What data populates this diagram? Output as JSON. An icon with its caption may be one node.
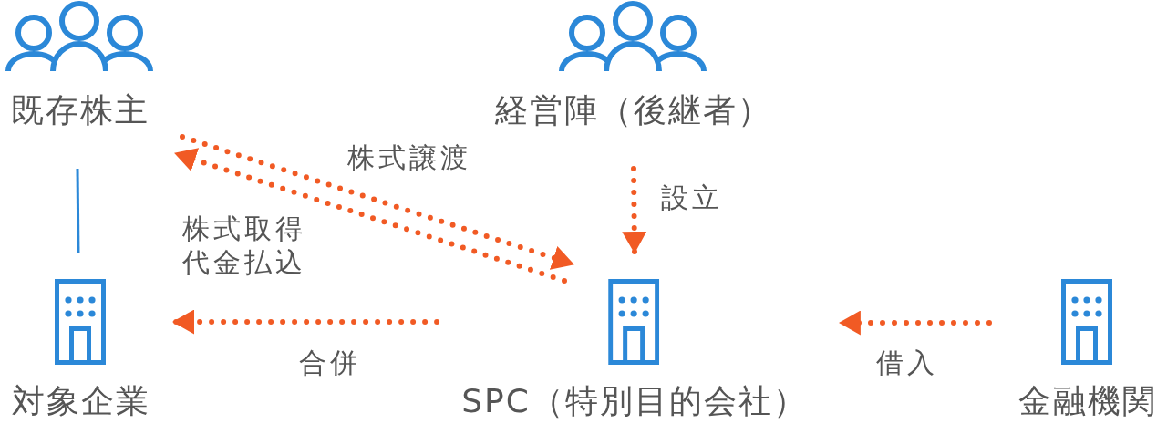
{
  "diagram": {
    "nodes": [
      {
        "text": [
          "既存株主"
        ]
      },
      {
        "text": [
          "経営陣（後継者）"
        ]
      },
      {
        "text": [
          "対象企業"
        ]
      },
      {
        "text": [
          "SPC（特別目的会社）"
        ]
      },
      {
        "text": [
          "金融機関"
        ]
      }
    ],
    "edges": [
      {
        "from": 0,
        "to": 2,
        "arrow": "none",
        "color": "#2b88d8"
      },
      {
        "from": 0,
        "to": 3,
        "arrow": "to",
        "label": "株式譲渡",
        "style": "dashed"
      },
      {
        "from": 3,
        "to": 0,
        "arrow": "to",
        "label": "株式取得代金払込",
        "style": "dashed"
      },
      {
        "from": 1,
        "to": 3,
        "arrow": "to",
        "label": "設立",
        "style": "dashed"
      },
      {
        "from": 3,
        "to": 2,
        "arrow": "to",
        "label": "合併",
        "style": "dashed"
      },
      {
        "from": 4,
        "to": 3,
        "arrow": "to",
        "label": "借入",
        "style": "dashed"
      }
    ]
  }
}
